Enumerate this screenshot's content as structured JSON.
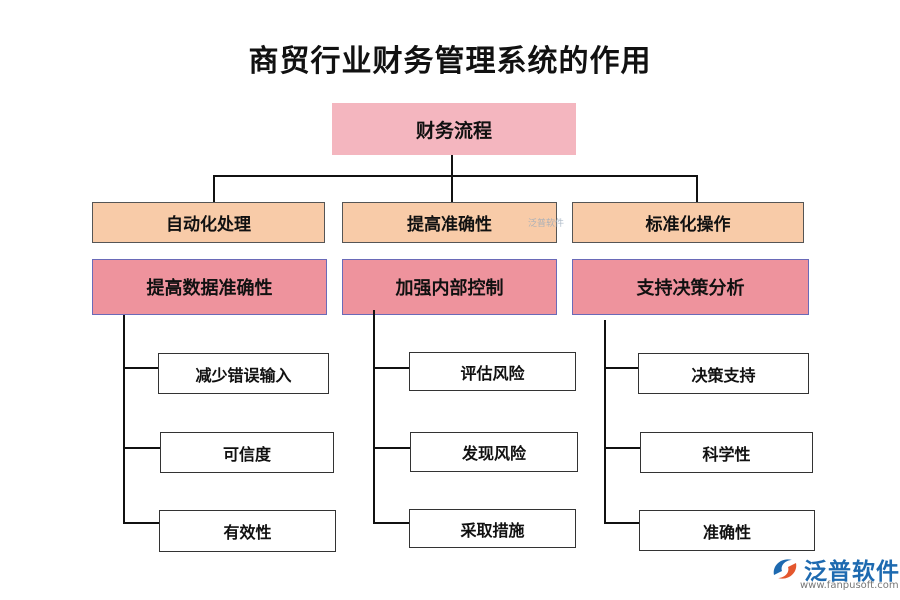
{
  "title": "商贸行业财务管理系统的作用",
  "root": "财务流程",
  "level1": [
    "自动化处理",
    "提高准确性",
    "标准化操作"
  ],
  "level2": [
    "提高数据准确性",
    "加强内部控制",
    "支持决策分析"
  ],
  "leaves": [
    [
      "减少错误输入",
      "可信度",
      "有效性"
    ],
    [
      "评估风险",
      "发现风险",
      "采取措施"
    ],
    [
      "决策支持",
      "科学性",
      "准确性"
    ]
  ],
  "watermark": {
    "center_text": "泛普软件",
    "logo_text": "泛普软件",
    "logo_icon": "fanpu-swirl-icon",
    "url": "www.fanpusoft.com"
  },
  "colors": {
    "root": "#f4b6bf",
    "level1": "#f8cba8",
    "level2": "#ee939d",
    "logo": "#1e6ab0"
  }
}
